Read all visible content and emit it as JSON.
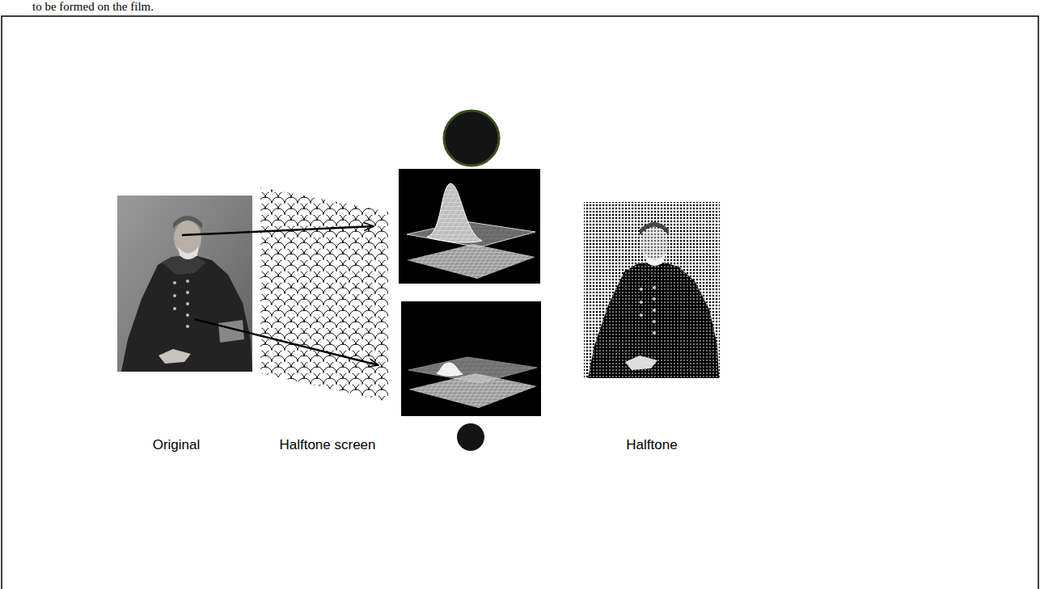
{
  "diagram": {
    "labels": [
      "to be formed on the film.",
      "Original",
      "Halftone screen",
      "Halftone"
    ]
  }
}
